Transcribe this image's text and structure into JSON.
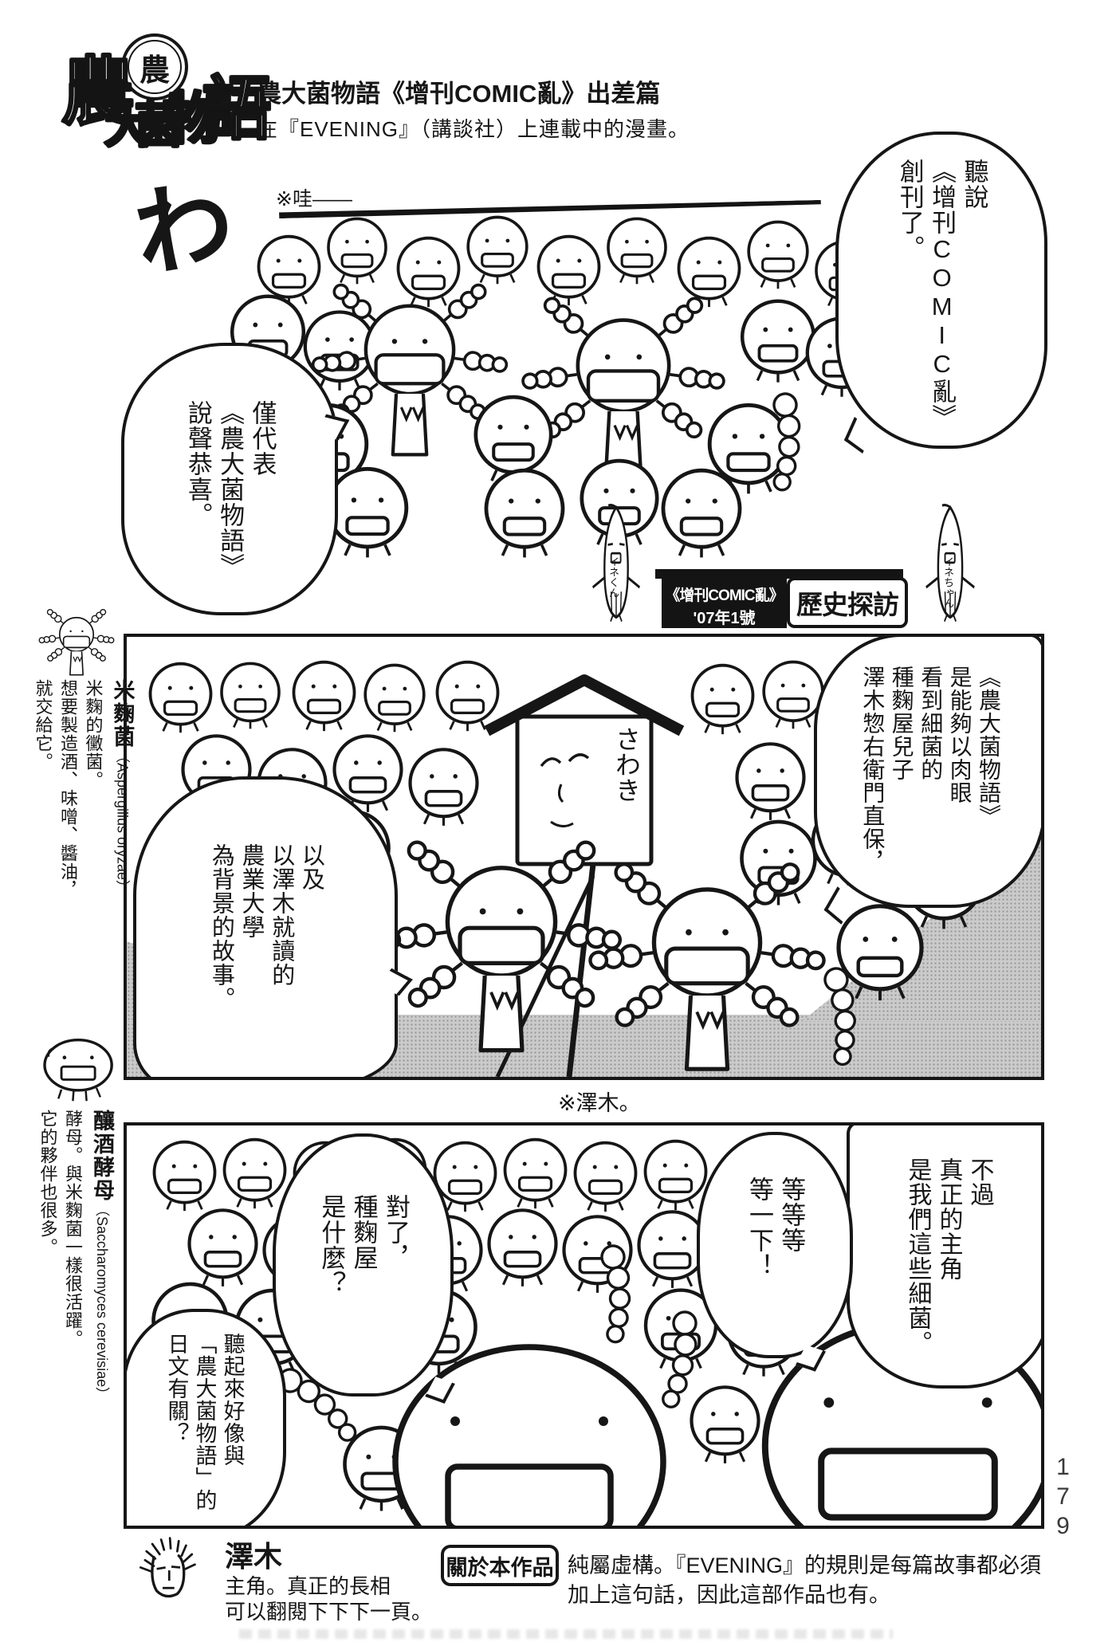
{
  "header": {
    "logo": {
      "emblem": "農",
      "chars": [
        "農",
        "大",
        "菌",
        "物",
        "語"
      ]
    },
    "title": "農大菌物語《增刊COMIC亂》出差篇",
    "subtitle": "在『EVENING』（講談社）上連載中的漫畫。"
  },
  "panel1": {
    "sfx": "わ",
    "sfx_note": "※哇——",
    "bubble_news": {
      "lines": [
        "聽說",
        "《增刊COMIC亂》",
        "創刊了。"
      ]
    },
    "bubble_congrats": {
      "lines": [
        "僅代表",
        "《農大菌物語》",
        "說聲恭喜。"
      ]
    },
    "corn_left_label": "イネくん",
    "corn_right_label": "イネちゃん",
    "badge": {
      "magazine": "《增刊COMIC亂》",
      "issue": "'07年1號",
      "tag": "歷史探訪"
    }
  },
  "panel2": {
    "sign_text": "さわき",
    "bubble_intro": {
      "lines": [
        "《農大菌物語》",
        "是能夠以肉眼",
        "看到細菌的",
        "種麴屋兒子",
        "澤木惣右衛門直保，"
      ]
    },
    "bubble_setting": {
      "lines": [
        "以及",
        "以澤木就讀的",
        "農業大學",
        "為背景的故事。"
      ]
    },
    "caption": "※澤木。"
  },
  "panel3": {
    "bubble_main": {
      "lines": [
        "不過",
        "真正的主角",
        "是我們這些細菌。"
      ]
    },
    "bubble_wait": {
      "lines": [
        "等等等",
        "等一下！"
      ]
    },
    "bubble_question": {
      "lines": [
        "對了，",
        "種麴屋",
        "是什麼？"
      ]
    },
    "bubble_name": {
      "lines": [
        "聽起來好像與",
        "「農大菌物語」的",
        "日文有關？"
      ]
    }
  },
  "margin_notes": [
    {
      "name": "米麴菌",
      "latin": "（Aspergillus oryzae）",
      "desc": [
        "米麴的黴菌。",
        "想要製造酒、味噌、醬油，",
        "就交給它。"
      ]
    },
    {
      "name": "釀酒酵母",
      "latin": "（Saccharomyces cerevisiae）",
      "desc": [
        "酵母。與米麴菌一樣很活躍。",
        "它的夥伴也很多。"
      ]
    }
  ],
  "footer": {
    "character_name": "澤木",
    "character_desc": [
      "主角。真正的長相",
      "可以翻閱下下下一頁。"
    ],
    "about_label": "關於本作品",
    "about_text": [
      "純屬虛構。『EVENING』的規則是每篇故事都必須",
      "加上這句話，因此這部作品也有。"
    ]
  },
  "page_number": "179"
}
